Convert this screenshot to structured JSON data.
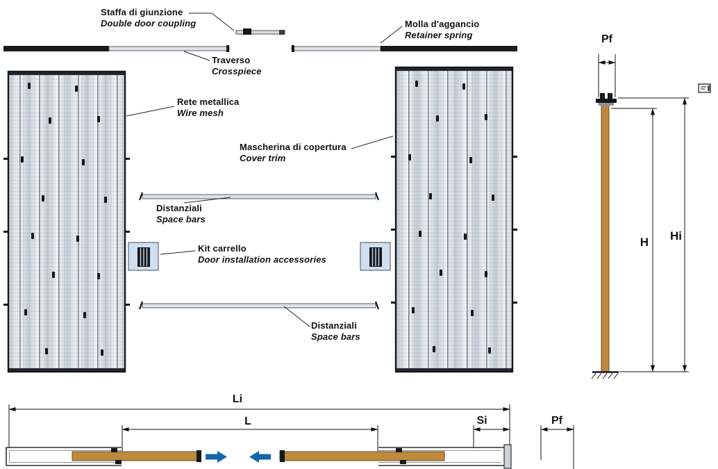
{
  "labels": {
    "coupling": {
      "it": "Staffa di giunzione",
      "en": "Double door coupling"
    },
    "retainer_spring": {
      "it": "Molla d'aggancio",
      "en": "Retainer spring"
    },
    "crosspiece": {
      "it": "Traverso",
      "en": "Crosspiece"
    },
    "wire_mesh": {
      "it": "Rete metallica",
      "en": "Wire mesh"
    },
    "cover_trim": {
      "it": "Mascherina di copertura",
      "en": "Cover trim"
    },
    "space_bars_upper": {
      "it": "Distanziali",
      "en": "Space bars"
    },
    "carriage_kit": {
      "it": "Kit carrello",
      "en": "Door installation accessories"
    },
    "space_bars_lower": {
      "it": "Distanziali",
      "en": "Space bars"
    }
  },
  "dimensions": {
    "pf_top": "Pf",
    "h": "H",
    "hi": "Hi",
    "li": "Li",
    "l": "L",
    "si": "Si",
    "pf_bottom": "Pf"
  },
  "colors": {
    "track": "#1b1b1b",
    "wood": "#bd8a3e",
    "arrow": "#1565ae",
    "kit_box": "#cfdff0"
  }
}
